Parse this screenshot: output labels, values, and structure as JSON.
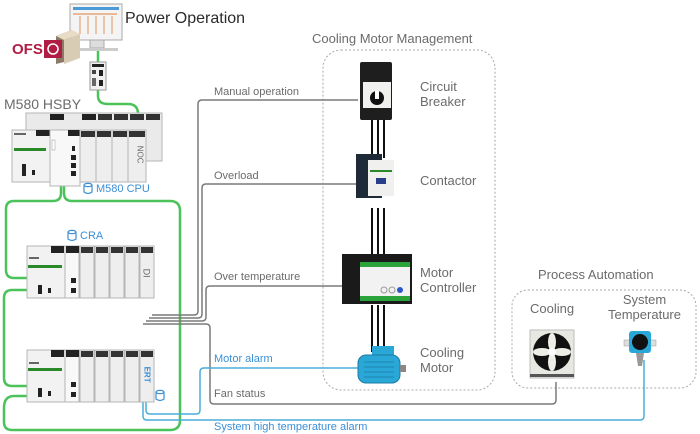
{
  "header": {
    "system_title": "Power Operation",
    "software_badge": "OFS"
  },
  "plc": {
    "hot_standby_title": "M580 HSBY",
    "cpu_label": "M580 CPU",
    "cpu_icon": "database-icon",
    "noc_module_label": "NOC",
    "remote_rack_label": "CRA",
    "remote_rack_icon": "database-icon",
    "di_module_label": "DI",
    "ert_module_label": "ERT",
    "ert_icon": "database-icon"
  },
  "cooling_motor_management": {
    "title": "Cooling Motor Management",
    "devices": [
      {
        "name": "Circuit Breaker",
        "line1": "Circuit",
        "line2": "Breaker"
      },
      {
        "name": "Contactor",
        "line1": "Contactor",
        "line2": ""
      },
      {
        "name": "Motor Controller",
        "line1": "Motor",
        "line2": "Controller"
      },
      {
        "name": "Cooling Motor",
        "line1": "Cooling",
        "line2": "Motor"
      }
    ]
  },
  "process_automation": {
    "title": "Process Automation",
    "devices": [
      {
        "name": "Cooling",
        "line1": "Cooling",
        "line2": ""
      },
      {
        "name": "System Temperature",
        "line1": "System",
        "line2": "Temperature"
      }
    ]
  },
  "signals": [
    {
      "label": "Manual operation",
      "type": "digital"
    },
    {
      "label": "Overload",
      "type": "digital"
    },
    {
      "label": "Over temperature",
      "type": "digital"
    },
    {
      "label": "Motor alarm",
      "type": "alarm"
    },
    {
      "label": "Fan status",
      "type": "digital"
    },
    {
      "label": "System high temperature alarm",
      "type": "alarm"
    }
  ],
  "colors": {
    "ethernet_link": "#4cc35a",
    "digital_signal": "#7a7a7a",
    "alarm_signal": "#4aaed8",
    "ofs_brand": "#b01c44",
    "motor": "#29a8d8"
  }
}
